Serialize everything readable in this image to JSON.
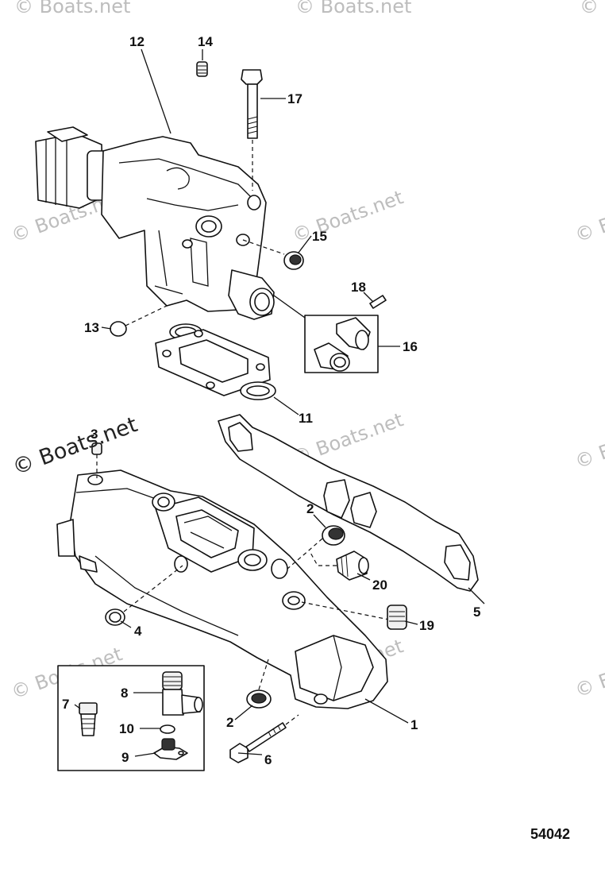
{
  "figure_number": "54042",
  "watermarks": {
    "main": "© Boats.net",
    "faint": "© Boats.net"
  },
  "callouts": {
    "c1": "1",
    "c2a": "2",
    "c2b": "2",
    "c3": "3",
    "c4": "4",
    "c5": "5",
    "c6": "6",
    "c7": "7",
    "c8": "8",
    "c9": "9",
    "c10": "10",
    "c11": "11",
    "c12": "12",
    "c13": "13",
    "c14": "14",
    "c15": "15",
    "c16": "16",
    "c17": "17",
    "c18": "18",
    "c19": "19",
    "c20": "20"
  }
}
